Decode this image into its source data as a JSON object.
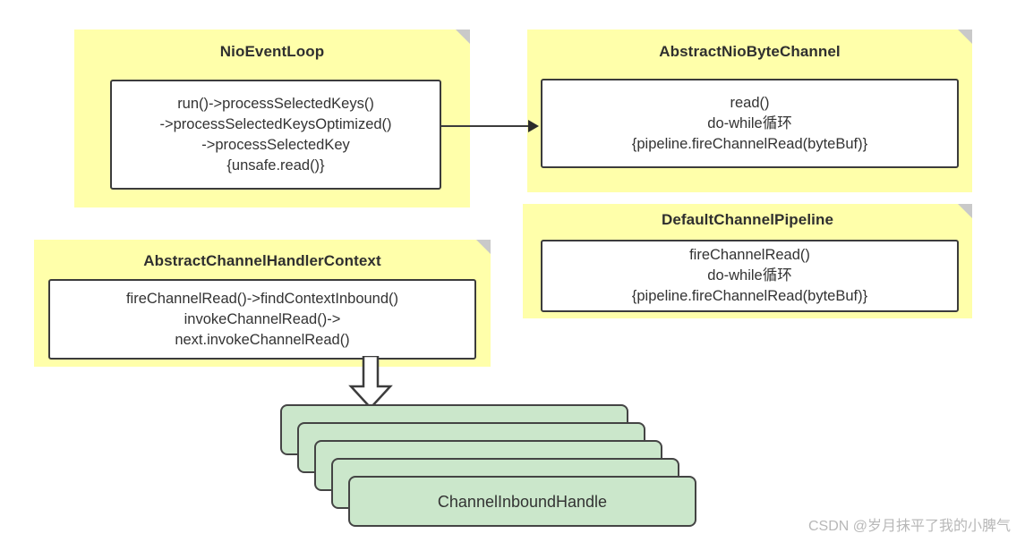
{
  "diagram": {
    "watermark": "CSDN @岁月抹平了我的小脾气",
    "colors": {
      "note_fill": "#ffffaa",
      "note_fold": "#c9c9c9",
      "inner_fill": "#ffffff",
      "stroke": "#3c3c3c",
      "handler_fill": "#cbe7cb",
      "background": "#ffffff"
    },
    "notes": [
      {
        "id": "nio-event-loop",
        "title": "NioEventLoop",
        "body_lines": [
          "run()->processSelectedKeys()",
          "->processSelectedKeysOptimized()",
          "->processSelectedKey",
          "{unsafe.read()}"
        ]
      },
      {
        "id": "abstract-nio-byte-channel",
        "title": "AbstractNioByteChannel",
        "body_lines": [
          "read()",
          "do-while循环",
          "{pipeline.fireChannelRead(byteBuf)}"
        ]
      },
      {
        "id": "default-channel-pipeline",
        "title": "DefaultChannelPipeline",
        "body_lines": [
          "fireChannelRead()",
          "do-while循环",
          "{pipeline.fireChannelRead(byteBuf)}"
        ]
      },
      {
        "id": "abstract-channel-handler-context",
        "title": "AbstractChannelHandlerContext",
        "body_lines": [
          "fireChannelRead()->findContextInbound()",
          "invokeChannelRead()->",
          "next.invokeChannelRead()"
        ]
      }
    ],
    "handler_stack": {
      "label": "ChannelInboundHandle",
      "count": 5
    },
    "connectors": [
      {
        "id": "nio-event-loop-to-byte-channel",
        "type": "arrow-right",
        "from": "nio-event-loop",
        "to": "abstract-nio-byte-channel"
      },
      {
        "id": "handler-context-to-handler-stack",
        "type": "block-arrow-down",
        "from": "abstract-channel-handler-context",
        "to": "handler-stack"
      }
    ]
  }
}
